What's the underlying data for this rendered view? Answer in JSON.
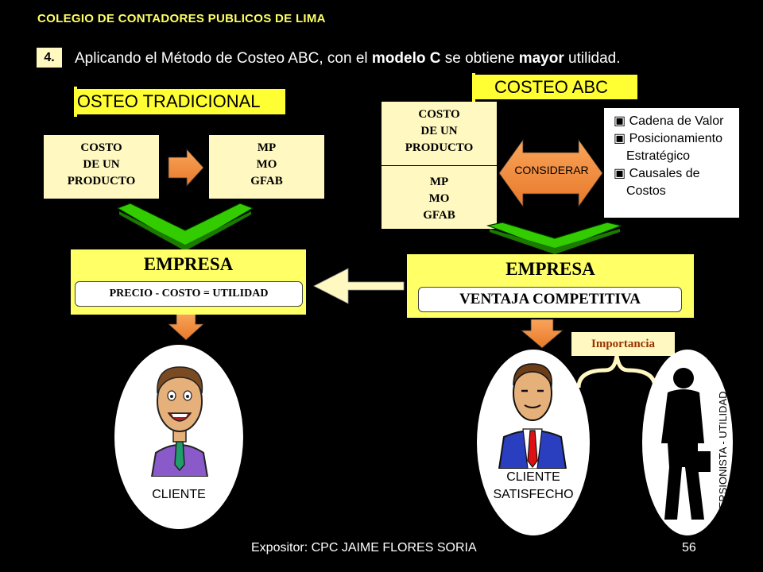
{
  "header": "COLEGIO DE CONTADORES PUBLICOS DE LIMA",
  "point_number": "4.",
  "subtitle": {
    "part1": "Aplicando el Método de Costeo ABC, con el ",
    "bold1": "modelo C",
    "part2": " se obtiene ",
    "bold2": "mayor",
    "part3": " utilidad."
  },
  "left": {
    "label": "COSTEO TRADICIONAL",
    "cost_box": [
      "COSTO",
      "DE UN",
      "PRODUCTO"
    ],
    "components_box": [
      "MP",
      "MO",
      "GFAB"
    ],
    "empresa_title": "EMPRESA",
    "empresa_formula": "PRECIO - COSTO = UTILIDAD",
    "client_label": "CLIENTE"
  },
  "right": {
    "label": "COSTEO ABC",
    "cost_box": [
      "COSTO",
      "DE UN",
      "PRODUCTO"
    ],
    "components_box": [
      "MP",
      "MO",
      "GFAB"
    ],
    "arrow_label": "CONSIDERAR",
    "factors": [
      "Cadena de Valor",
      "Posicionamiento",
      "Estratégico",
      "Causales de",
      "Costos"
    ],
    "empresa_title": "EMPRESA",
    "empresa_subtitle": "VENTAJA COMPETITIVA",
    "importance_label": "Importancia",
    "client_label_1": "CLIENTE",
    "client_label_2": "SATISFECHO",
    "investor_label": "INVERSIONISTA - UTILIDAD"
  },
  "footer": {
    "presenter": "Expositor: CPC JAIME FLORES SORIA",
    "page": "56"
  },
  "colors": {
    "background": "#000000",
    "header": "#ffff66",
    "box_fill": "#fff8c0",
    "label_fill": "#ffff33",
    "arrow_orange": "#f5923e",
    "arrow_green": "#33cc00",
    "ellipse_fill": "#ffffff"
  },
  "icons": [
    "smiling-man-icon",
    "businessman-icon",
    "investor-silhouette-icon",
    "curly-brace-icon",
    "square-bullet-icon"
  ]
}
